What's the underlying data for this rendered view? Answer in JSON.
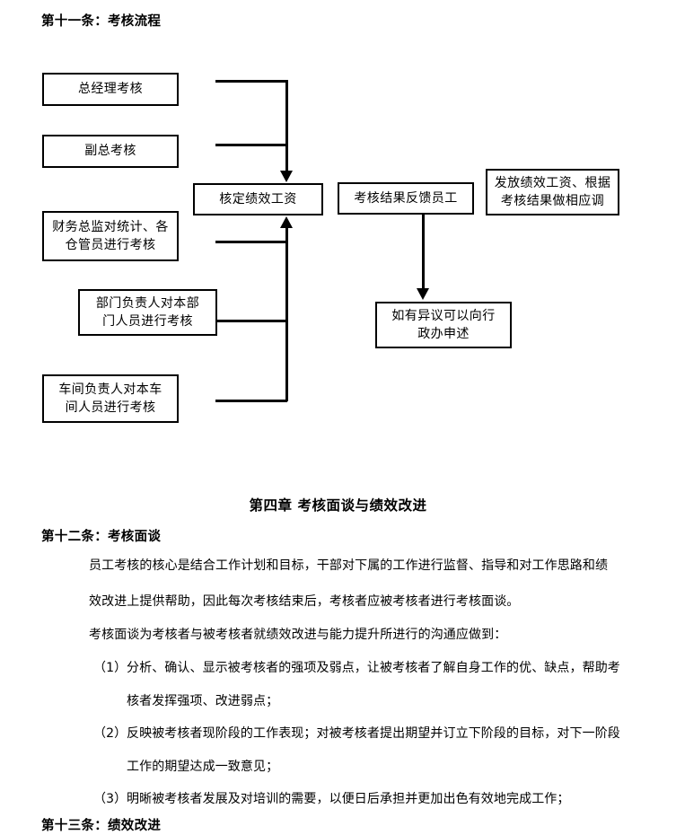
{
  "section": {
    "article_11_heading": "第十一条：考核流程"
  },
  "flowchart": {
    "boxes": [
      {
        "id": "gm-review",
        "text": "总经理考核"
      },
      {
        "id": "vp-review",
        "text": "副总考核"
      },
      {
        "id": "cfo-review",
        "line1": "财务总监对统计、各",
        "line2": "仓管员进行考核"
      },
      {
        "id": "dept-head-review",
        "line1": "部门负责人对本部",
        "line2": "门人员进行考核"
      },
      {
        "id": "workshop-review",
        "line1": "车间负责人对本车",
        "line2": "间人员进行考核"
      },
      {
        "id": "verify-salary",
        "text": "核定绩效工资"
      },
      {
        "id": "feedback",
        "text": "考核结果反馈员工"
      },
      {
        "id": "payout",
        "line1": "发放绩效工资、根据",
        "line2": "考核结果做相应调"
      },
      {
        "id": "appeal",
        "line1": "如有异议可以向行",
        "line2": "政办申述"
      }
    ]
  },
  "chapter": {
    "title": "第四章    考核面谈与绩效改进"
  },
  "article_12": {
    "heading": "第十二条：考核面谈",
    "paragraph_lines": [
      "员工考核的核心是结合工作计划和目标，干部对下属的工作进行监督、指导和对工作思路和绩",
      "效改进上提供帮助，因此每次考核结束后，考核者应被考核者进行考核面谈。"
    ],
    "intro_line": "考核面谈为考核者与被考核者就绩效改进与能力提升所进行的沟通应做到：",
    "items": [
      {
        "marker": "（1）",
        "lines": [
          "分析、确认、显示被考核者的强项及弱点，让被考核者了解自身工作的优、缺点，帮助考",
          "核者发挥强项、改进弱点；"
        ]
      },
      {
        "marker": "（2）",
        "lines": [
          "反映被考核者现阶段的工作表现；对被考核者提出期望并订立下阶段的目标，对下一阶段",
          "工作的期望达成一致意见；"
        ]
      },
      {
        "marker": "（3）",
        "lines": [
          "明晰被考核者发展及对培训的需要，以便日后承担并更加出色有效地完成工作；"
        ]
      }
    ]
  },
  "article_13": {
    "heading": "第十三条：绩效改进"
  }
}
